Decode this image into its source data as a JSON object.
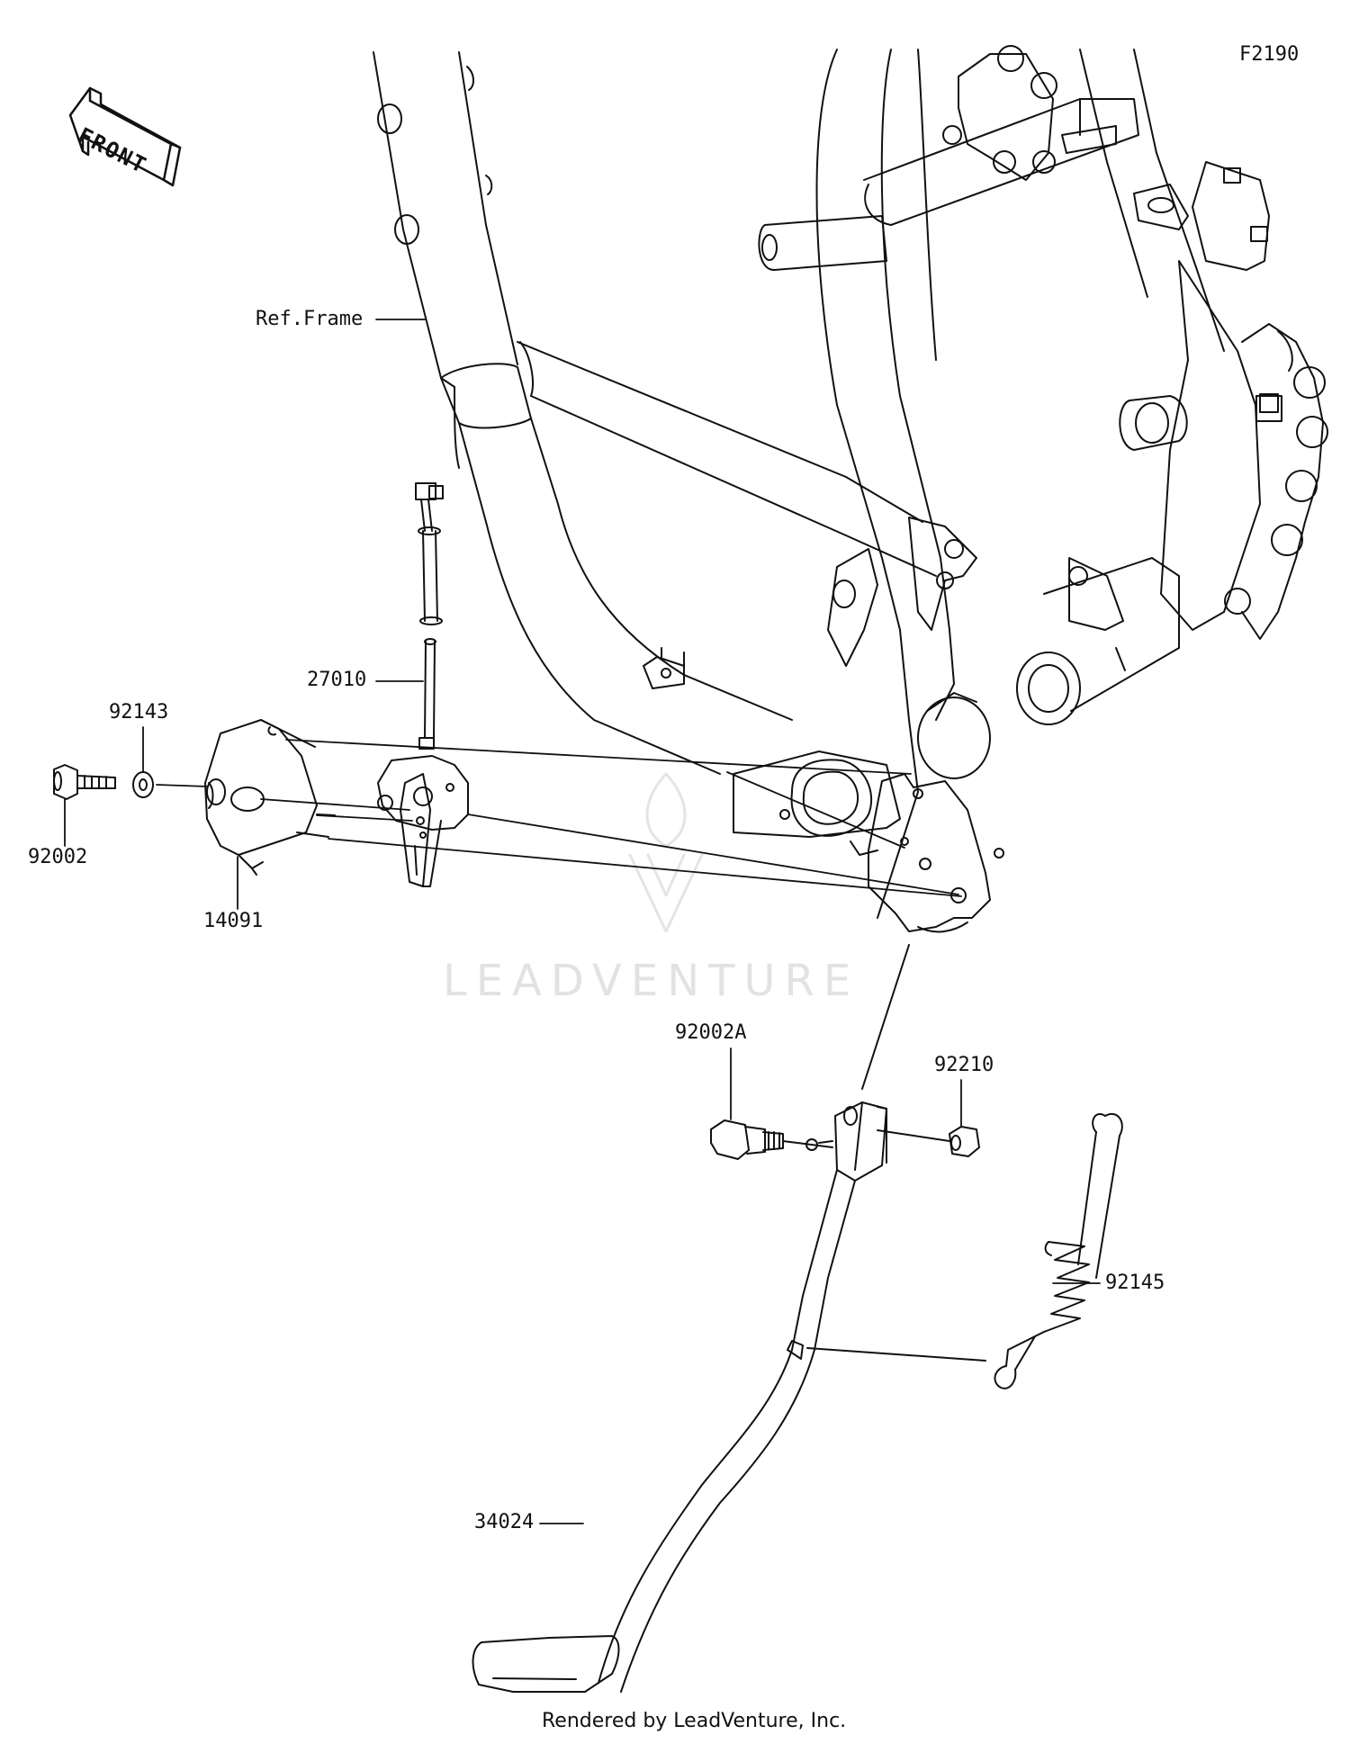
{
  "diagram_id": "F2190",
  "front_label": "FRONT",
  "watermark": "LEADVENTURE",
  "footer": "Rendered by LeadVenture, Inc.",
  "labels": {
    "ref_frame": "Ref.Frame",
    "p27010": "27010",
    "p92143": "92143",
    "p92002": "92002",
    "p14091": "14091",
    "p92002A": "92002A",
    "p92210": "92210",
    "p92145": "92145",
    "p34024": "34024"
  },
  "colors": {
    "line": "#111111",
    "watermark": "#e2e2e2",
    "background": "#ffffff"
  }
}
